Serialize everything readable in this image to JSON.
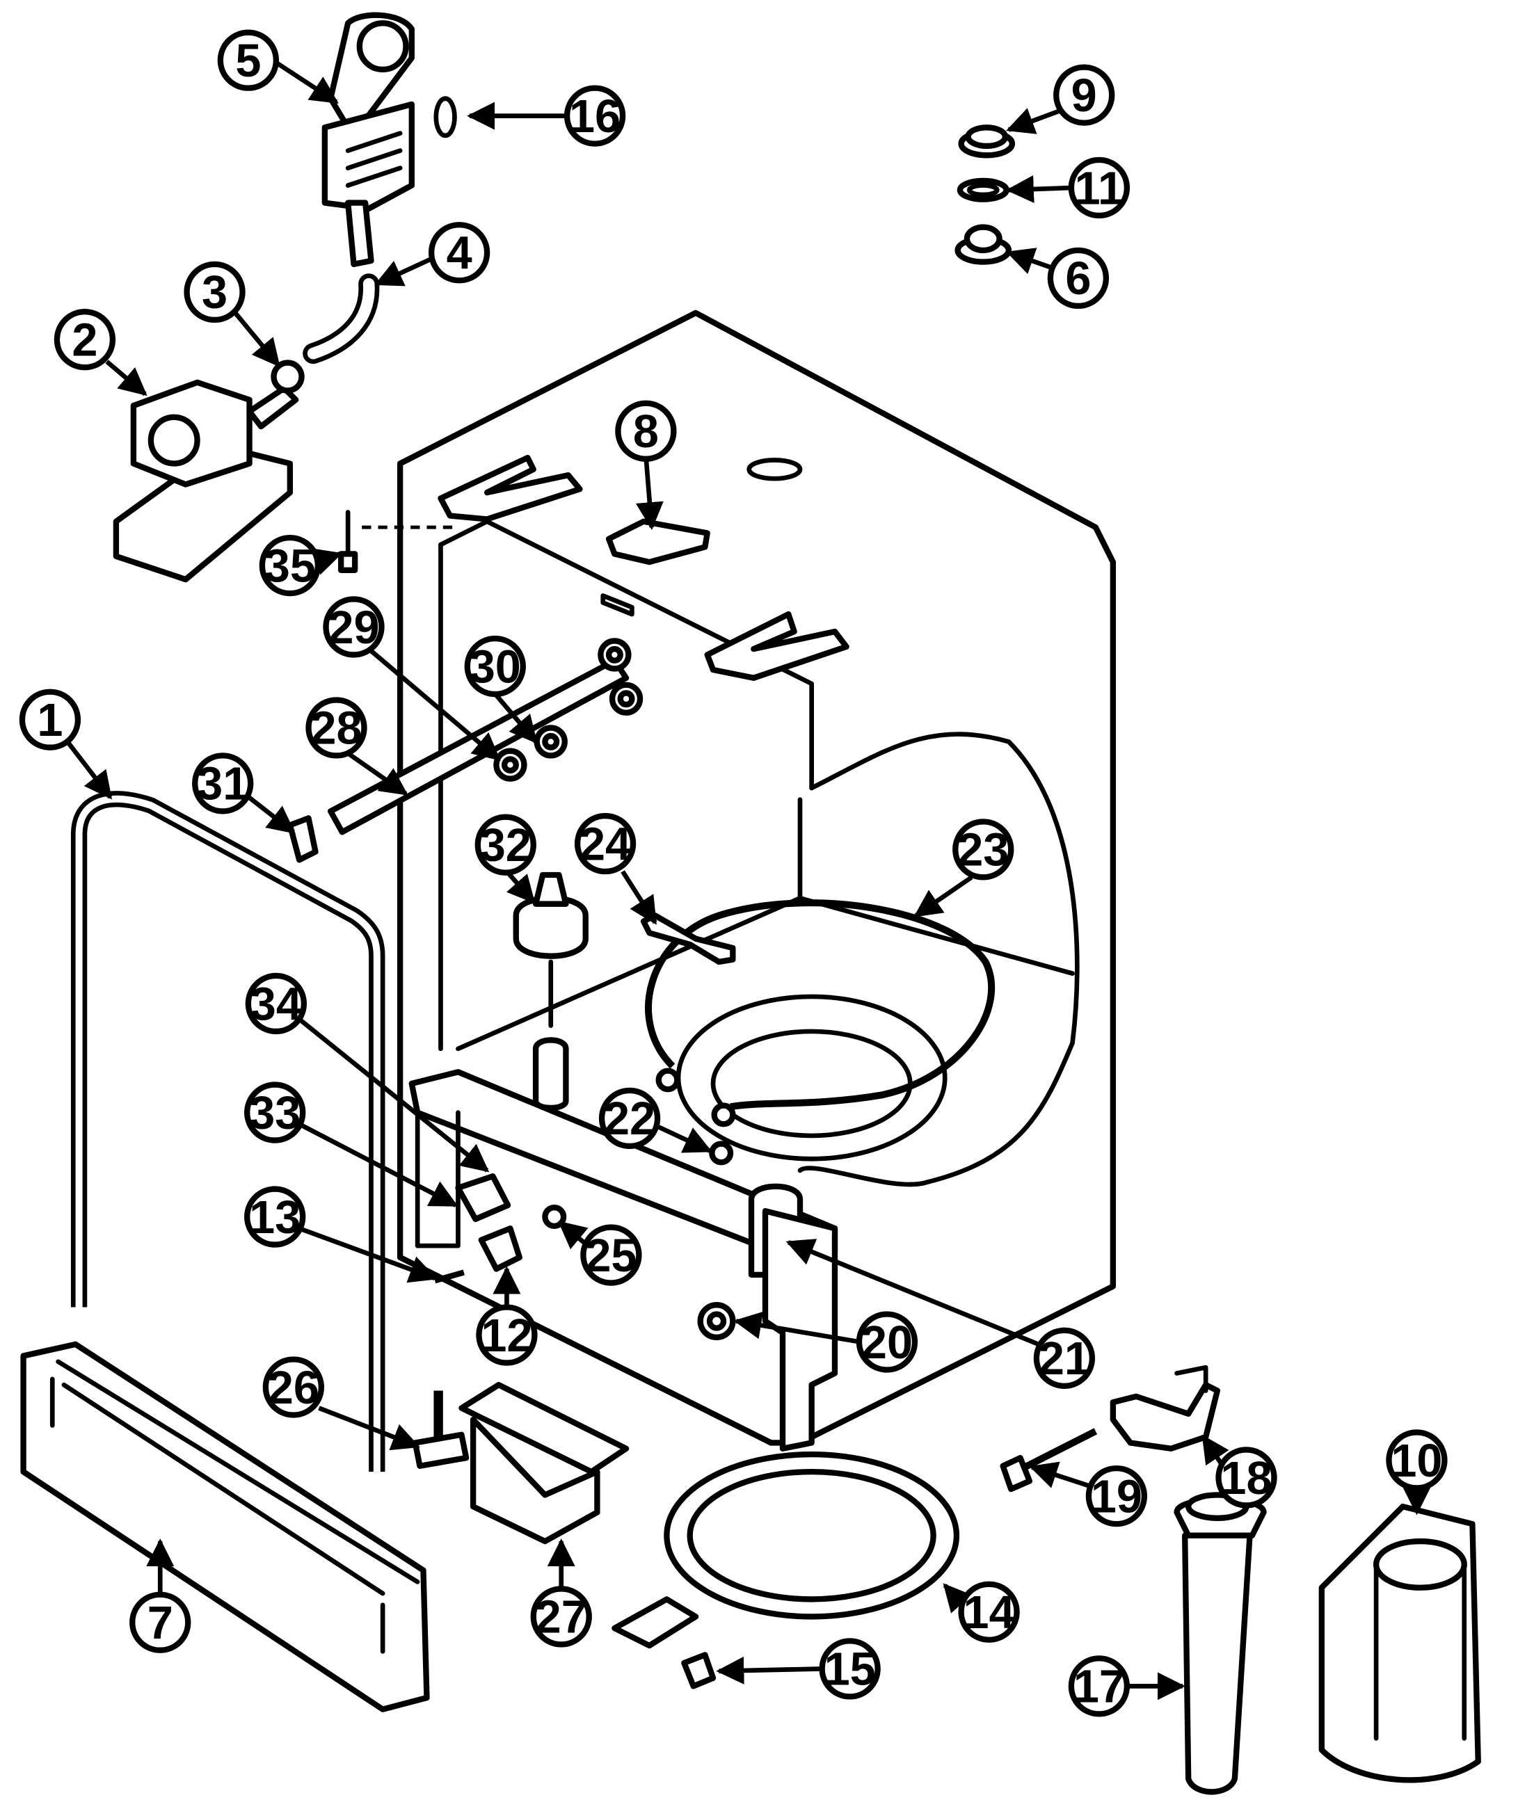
{
  "diagram": {
    "callouts": [
      {
        "number": "1"
      },
      {
        "number": "2"
      },
      {
        "number": "3"
      },
      {
        "number": "4"
      },
      {
        "number": "5"
      },
      {
        "number": "6"
      },
      {
        "number": "7"
      },
      {
        "number": "8"
      },
      {
        "number": "9"
      },
      {
        "number": "10"
      },
      {
        "number": "11"
      },
      {
        "number": "12"
      },
      {
        "number": "13"
      },
      {
        "number": "14"
      },
      {
        "number": "15"
      },
      {
        "number": "16"
      },
      {
        "number": "17"
      },
      {
        "number": "18"
      },
      {
        "number": "19"
      },
      {
        "number": "20"
      },
      {
        "number": "21"
      },
      {
        "number": "22"
      },
      {
        "number": "23"
      },
      {
        "number": "24"
      },
      {
        "number": "25"
      },
      {
        "number": "26"
      },
      {
        "number": "27"
      },
      {
        "number": "28"
      },
      {
        "number": "29"
      },
      {
        "number": "30"
      },
      {
        "number": "31"
      },
      {
        "number": "32"
      },
      {
        "number": "33"
      },
      {
        "number": "34"
      },
      {
        "number": "35"
      }
    ],
    "colors": {
      "line": "#000000",
      "background": "#ffffff"
    }
  }
}
